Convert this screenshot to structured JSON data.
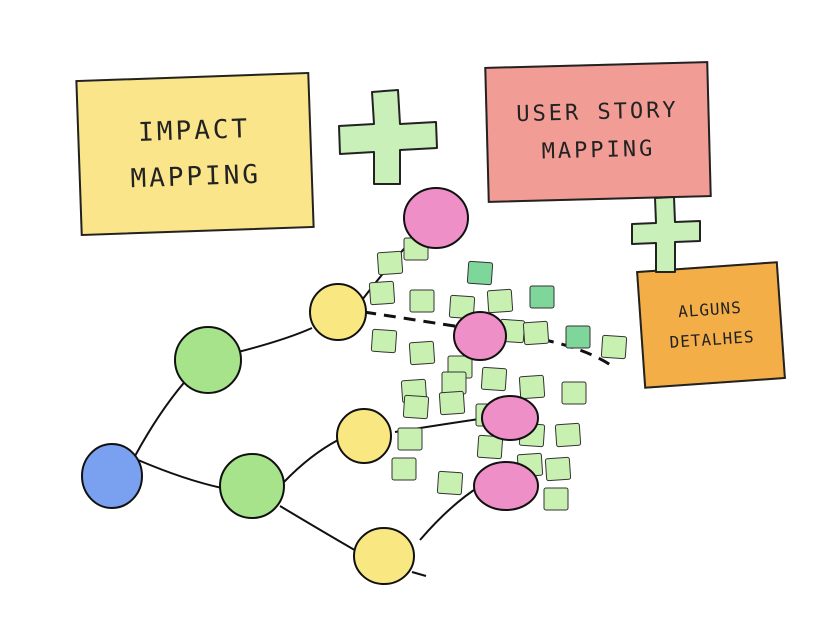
{
  "notes": {
    "impact": {
      "line1": "IMPACT",
      "line2": "MAPPING",
      "color": "#fbe58a"
    },
    "usm": {
      "line1": "USER STORY",
      "line2": "MAPPING",
      "color": "#f19d95"
    },
    "alguns": {
      "line1": "ALGUNS",
      "line2": "DETALHES",
      "color": "#f3ae48"
    }
  },
  "colors": {
    "plus": "#c9f0b8",
    "goal": "#7aa0f0",
    "actor": "#a7e38a",
    "impact": "#f9e782",
    "deliverable": "#ee8fc8",
    "story": "#c8f0b0",
    "story_dark": "#7fd69a"
  }
}
